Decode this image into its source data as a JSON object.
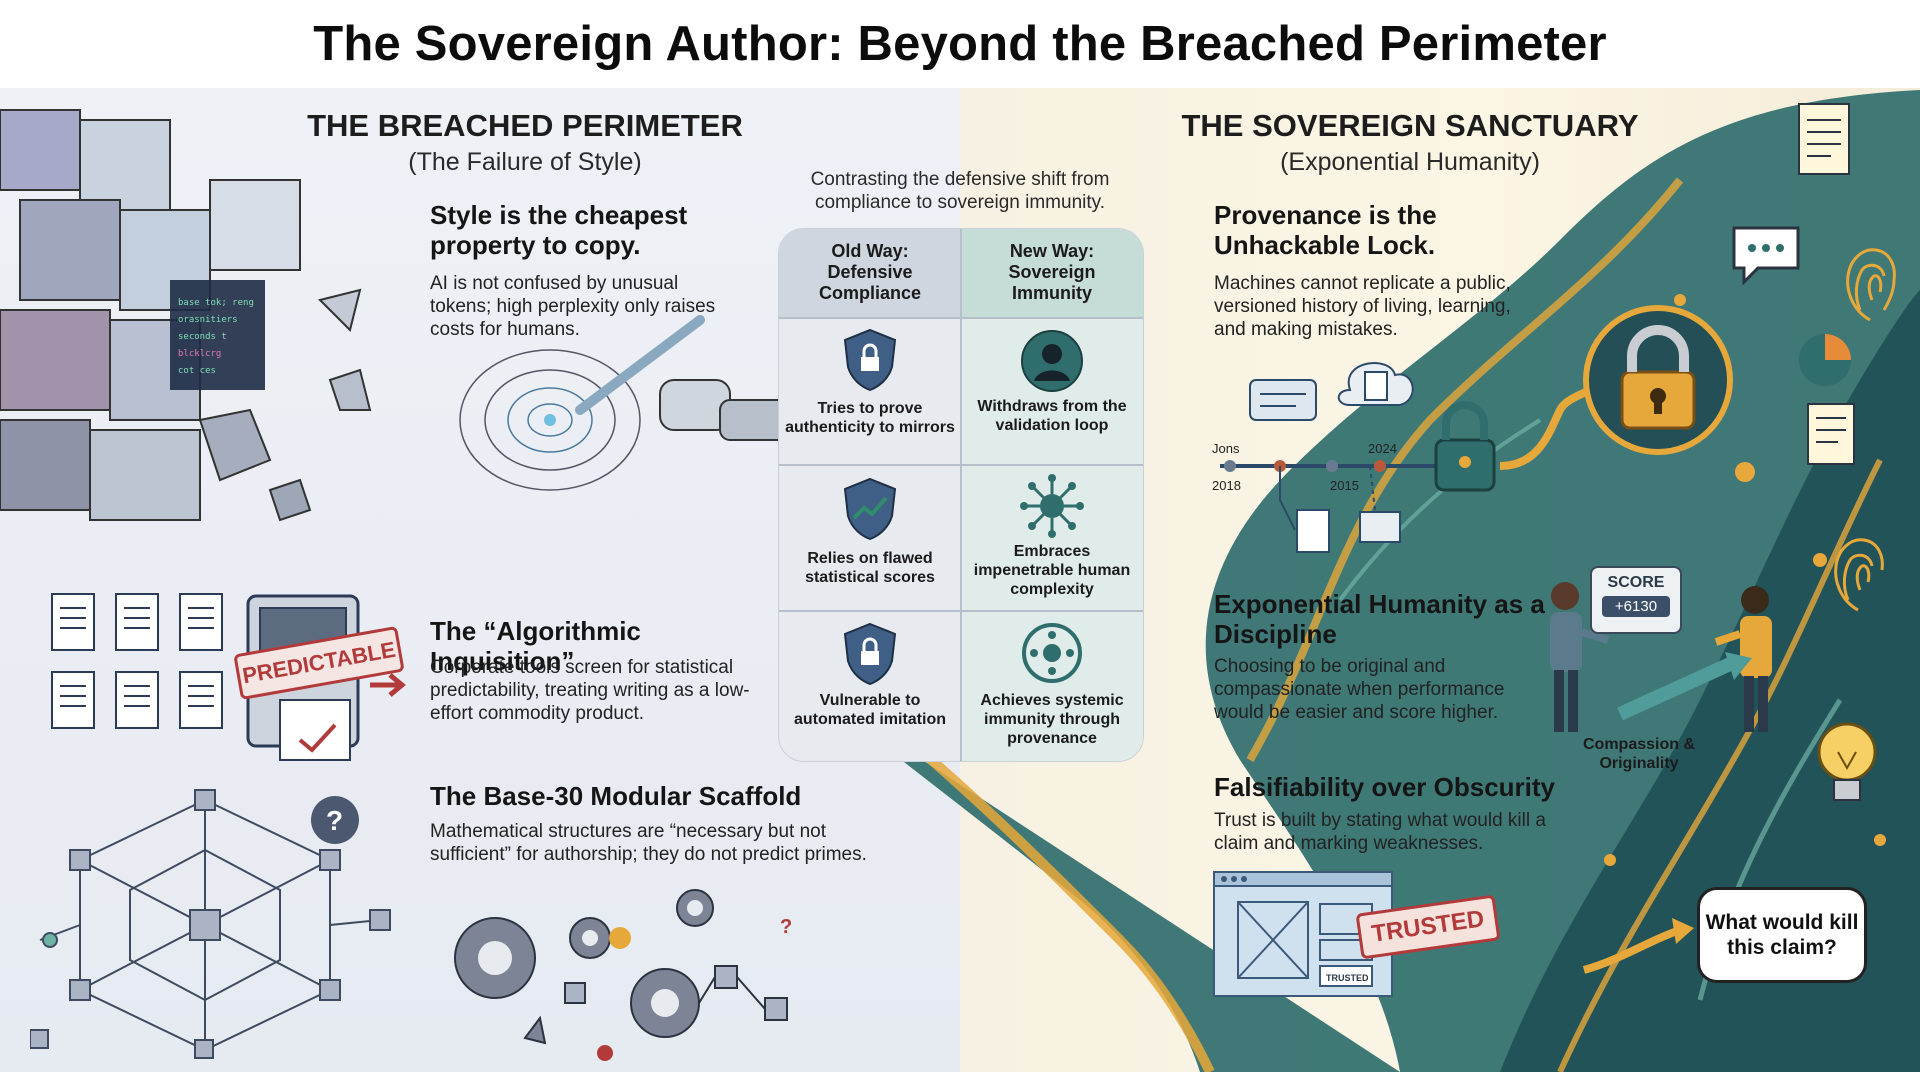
{
  "title": "The Sovereign Author: Beyond the Breached Perimeter",
  "left": {
    "title": "THE BREACHED PERIMETER",
    "subtitle": "(The Failure of Style)",
    "items": [
      {
        "heading": "Style is the cheapest property to copy.",
        "body": "AI is not confused by unusual tokens; high perplexity only raises costs for humans."
      },
      {
        "heading": "The “Algorithmic Inquisition”",
        "body": "Corporate tools screen for statistical predictability, treating writing as a low-effort commodity product."
      },
      {
        "heading": "The Base-30 Modular Scaffold",
        "body": "Mathematical structures are “necessary but not sufficient” for authorship; they do not predict primes."
      }
    ],
    "stamp": "PREDICTABLE"
  },
  "center": {
    "intro": "Contrasting the defensive shift from compliance to sovereign immunity.",
    "old_header": "Old Way: Defensive Compliance",
    "new_header": "New Way: Sovereign Immunity",
    "rows": [
      {
        "old": "Tries to prove authenticity to mirrors",
        "new": "Withdraws from the validation loop"
      },
      {
        "old": "Relies on flawed statistical scores",
        "new": "Embraces impenetrable human complexity"
      },
      {
        "old": "Vulnerable to automated imitation",
        "new": "Achieves systemic immunity through provenance"
      }
    ]
  },
  "right": {
    "title": "THE SOVEREIGN SANCTUARY",
    "subtitle": "(Exponential Humanity)",
    "items": [
      {
        "heading": "Provenance is the Unhackable Lock.",
        "body": "Machines cannot replicate a public, versioned history of living, learning, and making mistakes."
      },
      {
        "heading": "Exponential Humanity as a Discipline",
        "body": "Choosing to be original and compassionate when performance would be easier and score higher."
      },
      {
        "heading": "Falsifiability over Obscurity",
        "body": "Trust is built by stating what would kill a claim and marking weaknesses."
      }
    ],
    "timeline": {
      "labels": [
        "Jons",
        "2018",
        "2015",
        "2024"
      ]
    },
    "score_label": "SCORE",
    "score_value": "+6130",
    "compassion_label": "Compassion & Originality",
    "stamp": "TRUSTED",
    "stamp_small": "TRUSTED",
    "bubble": "What would kill this claim?"
  },
  "colors": {
    "teal": "#2f6e6c",
    "gold": "#e6a83a",
    "navy": "#2c4c6e",
    "red": "#b23a3a"
  }
}
